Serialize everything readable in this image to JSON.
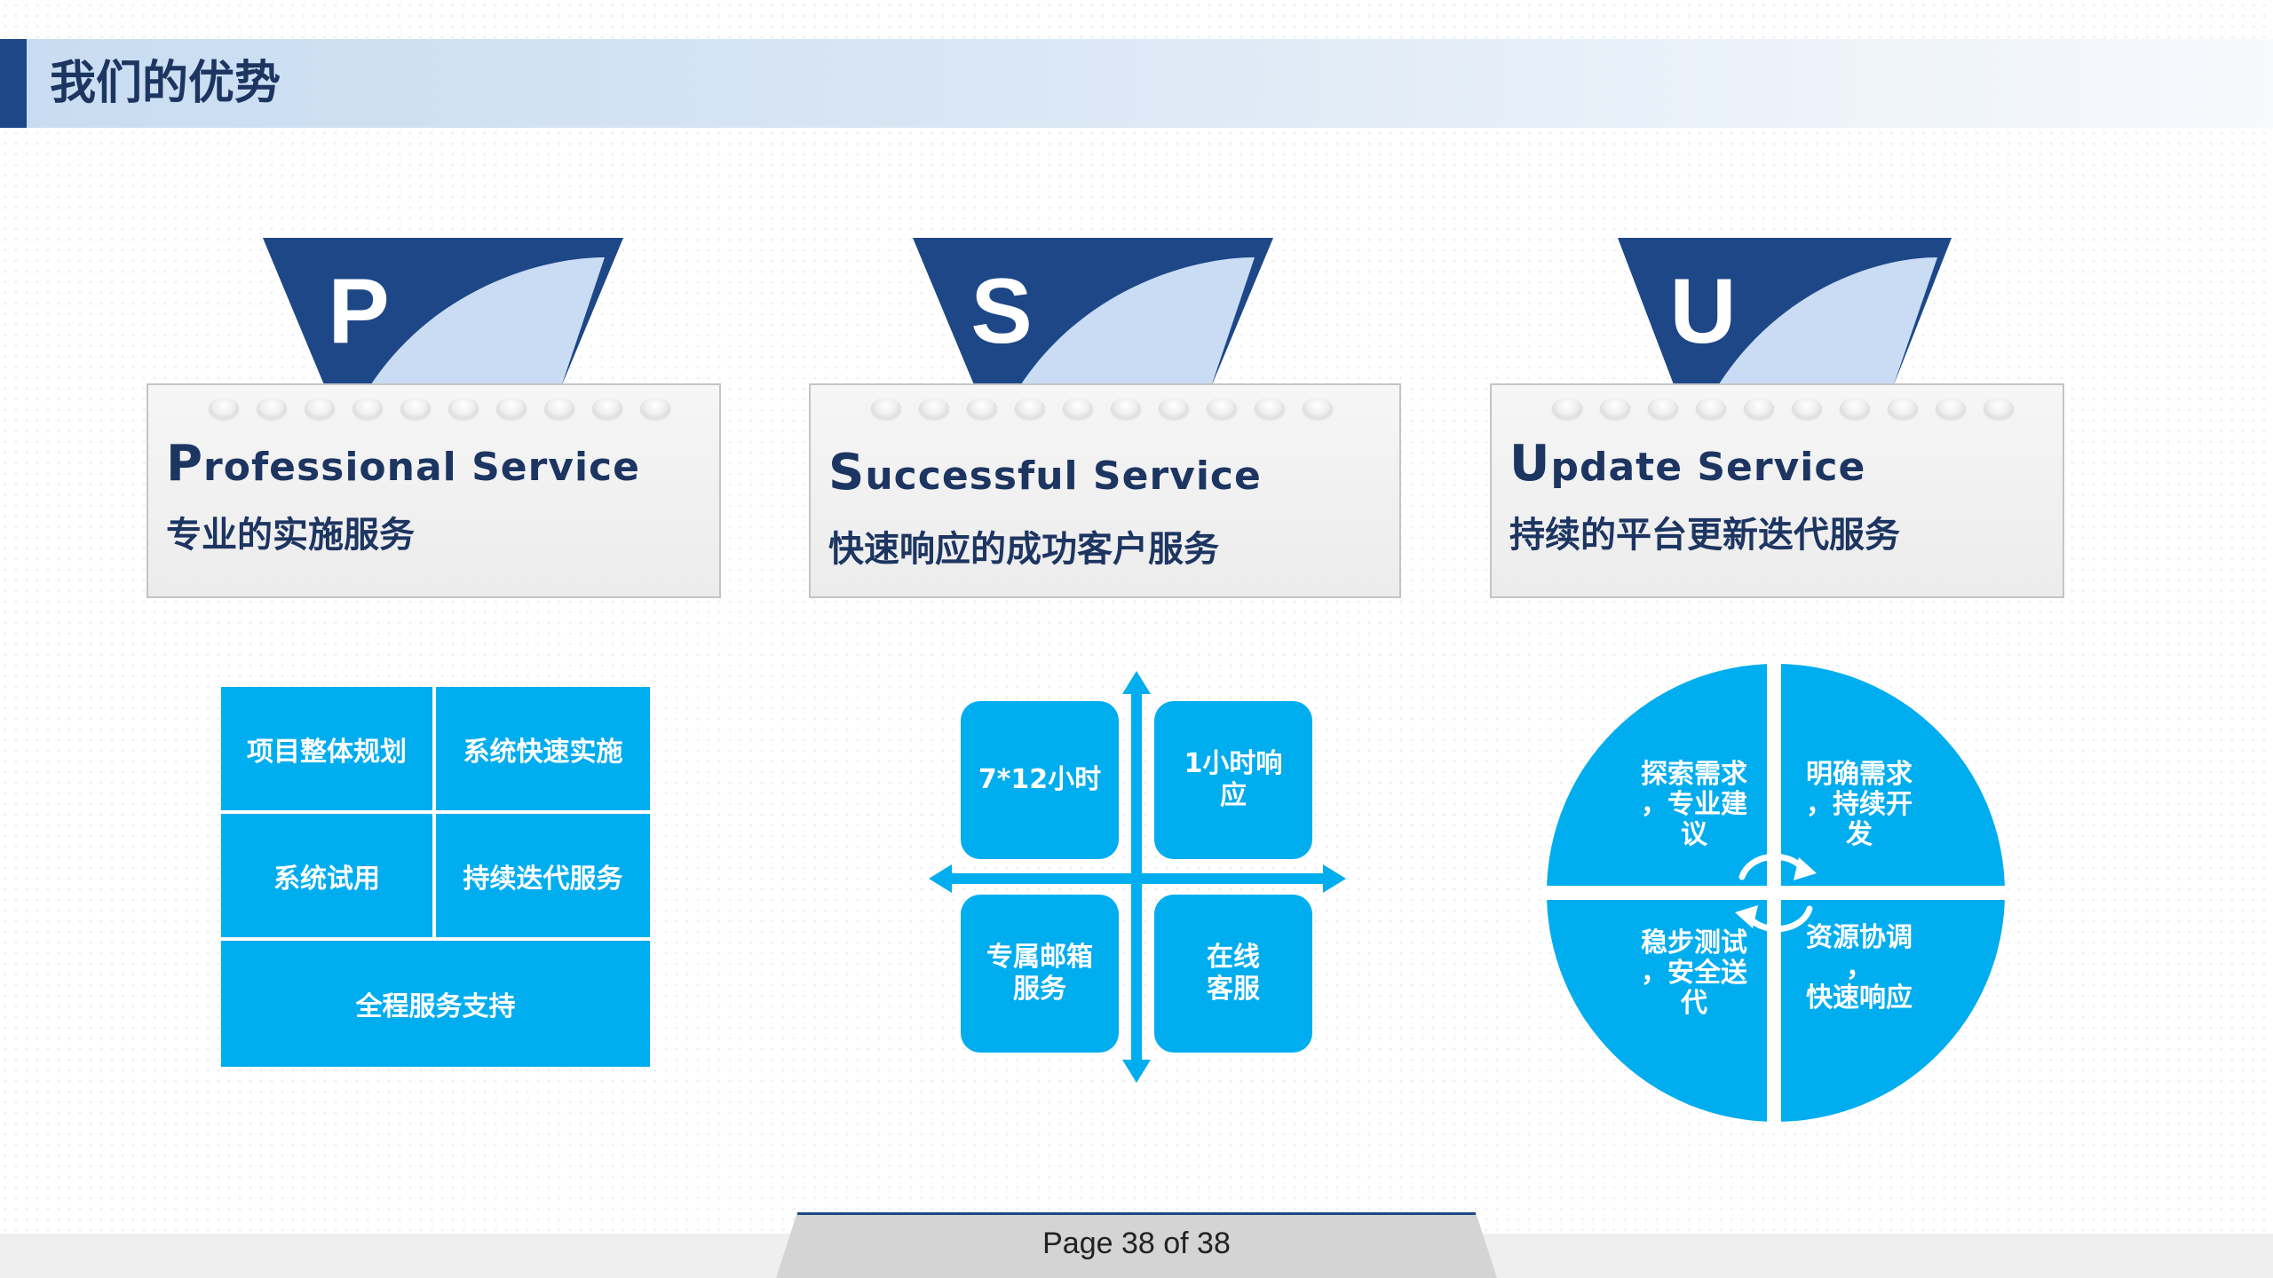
{
  "page_title": "我们的优势",
  "colors": {
    "navy": "#1d4787",
    "light_blue": "#c9dcf4",
    "cyan": "#00adef",
    "text_navy": "#1d3561"
  },
  "services": [
    {
      "letter": "P",
      "title_first": "P",
      "title_rest": "rofessional Service",
      "subtitle": "专业的实施服务"
    },
    {
      "letter": "S",
      "title_first": "S",
      "title_rest": "uccessful Service",
      "subtitle": "快速响应的成功客户服务"
    },
    {
      "letter": "U",
      "title_first": "U",
      "title_rest": "pdate Service",
      "subtitle": "持续的平台更新迭代服务"
    }
  ],
  "grid": {
    "cells": [
      "项目整体规划",
      "系统快速实施",
      "系统试用",
      "持续迭代服务",
      "全程服务支持"
    ]
  },
  "quadrant": {
    "boxes": [
      "7*12小时",
      "1小时响\n应",
      "专属邮箱\n服务",
      "在线\n客服"
    ]
  },
  "circle": {
    "texts": [
      "探索需求\n，专业建\n议",
      "明确需求\n，持续开\n发",
      "稳步测试\n，安全送\n代",
      "资源协调\n，\n快速响应"
    ]
  },
  "footer": {
    "page_label": "Page 38 of 38"
  }
}
